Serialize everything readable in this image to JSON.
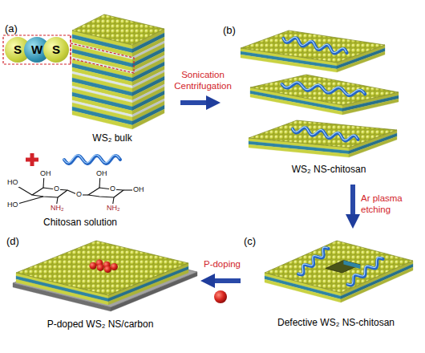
{
  "diagram": {
    "nodes": [
      {
        "text": [
          "(a)",
          "WS₂ bulk",
          "Chitosan solution"
        ]
      },
      {
        "text": [
          "S"
        ],
        "in": 0
      },
      {
        "text": [
          "W"
        ],
        "in": 0
      },
      {
        "text": [
          "S"
        ],
        "in": 0
      },
      {
        "text": [
          "(b)",
          "WS₂ NS-chitosan"
        ]
      },
      {
        "text": [
          "(c)",
          "Defective WS₂ NS-chitosan"
        ]
      },
      {
        "text": [
          "(d)",
          "P-doped WS₂ NS/carbon"
        ]
      }
    ],
    "edges": [
      {
        "from": 0,
        "to": 4,
        "arrow": "to",
        "label": "Sonication Centrifugation"
      },
      {
        "from": 4,
        "to": 5,
        "arrow": "to",
        "label": "Ar plasma etching"
      },
      {
        "from": 5,
        "to": 6,
        "arrow": "to",
        "label": "P-doping"
      }
    ],
    "labels": [
      "OH",
      "OH",
      "HO",
      "HO",
      "O",
      "O",
      "O",
      "NH₂",
      "NH₂",
      "OH"
    ]
  }
}
